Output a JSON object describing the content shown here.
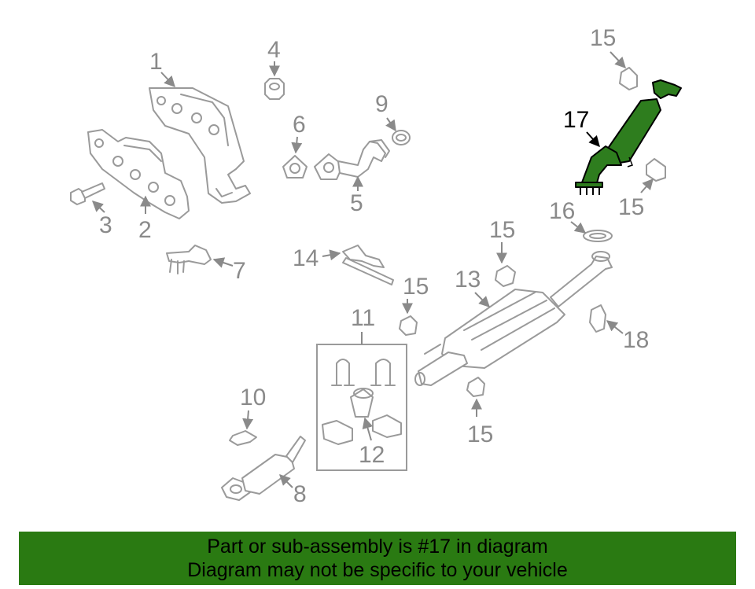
{
  "labels": {
    "l1": "1",
    "l2": "2",
    "l3": "3",
    "l4": "4",
    "l5": "5",
    "l6": "6",
    "l7": "7",
    "l8": "8",
    "l9": "9",
    "l10": "10",
    "l11": "11",
    "l12": "12",
    "l13": "13",
    "l14": "14",
    "l15": "15",
    "l16": "16",
    "l17": "17",
    "l18": "18"
  },
  "highlight": {
    "part_number": "17",
    "color": "#2e7d1e"
  },
  "banner": {
    "line1": "Part or sub-assembly is #17 in diagram",
    "line2": "Diagram may not be specific to your vehicle",
    "background": "#2a7a12"
  }
}
